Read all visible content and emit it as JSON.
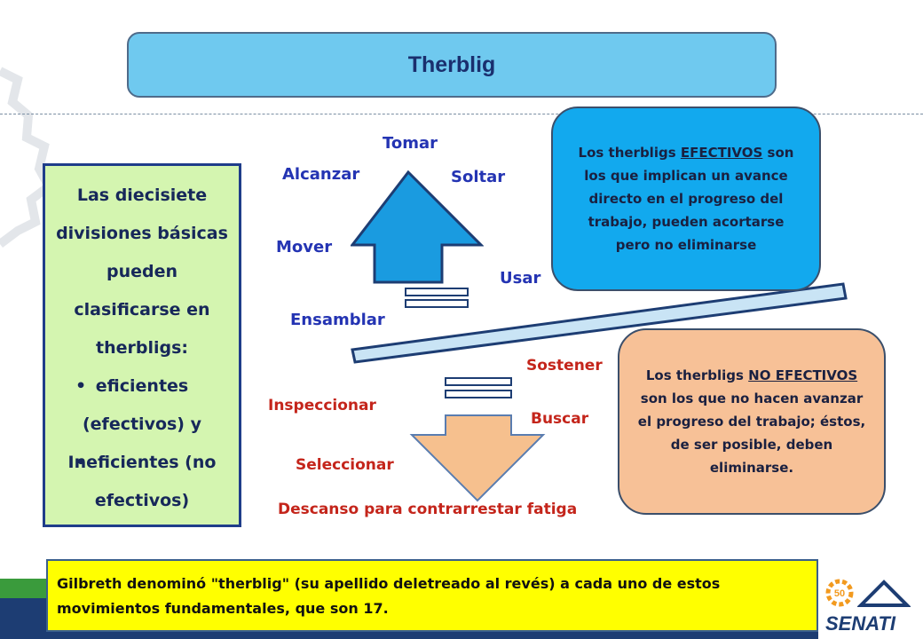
{
  "title": "Therblig",
  "left_box": {
    "intro": "Las diecisiete divisiones básicas pueden clasificarse en therbligs:",
    "items": [
      "eficientes (efectivos) y",
      "Ineficientes (no efectivos)"
    ]
  },
  "effective_labels": {
    "tomar": "Tomar",
    "alcanzar": "Alcanzar",
    "soltar": "Soltar",
    "mover": "Mover",
    "usar": "Usar",
    "ensamblar": "Ensamblar"
  },
  "noneffective_labels": {
    "sostener": "Sostener",
    "inspeccionar": "Inspeccionar",
    "buscar": "Buscar",
    "seleccionar": "Seleccionar",
    "descanso": "Descanso para contrarrestar fatiga"
  },
  "effective_box": {
    "pre": "Los therbligs ",
    "emph": "EFECTIVOS",
    "post": " son los que implican un avance directo en el progreso del trabajo, pueden acortarse pero no eliminarse"
  },
  "noneffective_box": {
    "pre": "Los therbligs ",
    "emph": "NO EFECTIVOS ",
    "post": "son los que no hacen avanzar el progreso del trabajo; éstos, de ser posible, deben eliminarse."
  },
  "bottom_note": "Gilbreth denominó \"therblig\" (su apellido deletreado al revés) a cada uno de estos movimientos fundamentales, que son 17.",
  "logo": {
    "text": "SENATI",
    "badge": "50"
  },
  "colors": {
    "up_arrow": "#1a9be0",
    "down_arrow": "#f6c08e",
    "effective_box": "#12a9ee",
    "noneffective_box": "#f7c197",
    "note_box": "#ffff00",
    "title_bar": "#6fc9ef",
    "left_box": "#d4f5b0"
  }
}
